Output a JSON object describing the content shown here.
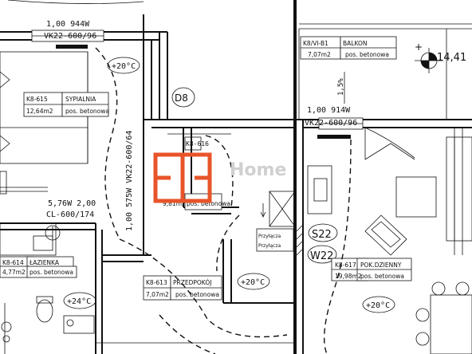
{
  "window_top": {
    "label": "1,00 944W",
    "spec": "VK22-600/96"
  },
  "window_right": {
    "label": "1,00 914W",
    "spec": "VK22-600/96"
  },
  "window_left_bottom": {
    "label": "5,76W 2,00",
    "spec": "CL-600/174"
  },
  "window_center": {
    "text": "1,00 575W VK22-600/64"
  },
  "elevation": "14,41",
  "slope": "1,5%",
  "markers": {
    "d8": "D8",
    "s22": "S22",
    "w22": "W22"
  },
  "temps": {
    "bedroom": "+20°C",
    "hall": "+20°C",
    "living": "+20°C",
    "bath": "+24°C"
  },
  "rooms": {
    "bedroom": {
      "code": "K8-615",
      "name": "SYPIALNIA",
      "area": "12,64m2",
      "floor": "pos. betonowa"
    },
    "balcony": {
      "code": "K8/VI-B1",
      "name": "BALKON",
      "area": "7,07m2",
      "floor": "pos. betonowa"
    },
    "kitchen": {
      "code": "K8-616",
      "area": "9,81m2",
      "floor": "pos. betonowa"
    },
    "bathroom": {
      "code": "K8-614",
      "name": "ŁAZIENKA",
      "area": "4,77m2",
      "floor": "pos. betonowa"
    },
    "hallway": {
      "code": "K8-613",
      "name": "PRZEDPOKÓJ",
      "area": "7,07m2",
      "floor": "pos. betonowa"
    },
    "living": {
      "code": "K8-617",
      "name": "POK.DZIENNY",
      "area": "19,98m2",
      "floor": "pos. betonowa"
    }
  },
  "watermark": {
    "brand": "Home",
    "colors": {
      "logo": "#e8542a"
    }
  }
}
